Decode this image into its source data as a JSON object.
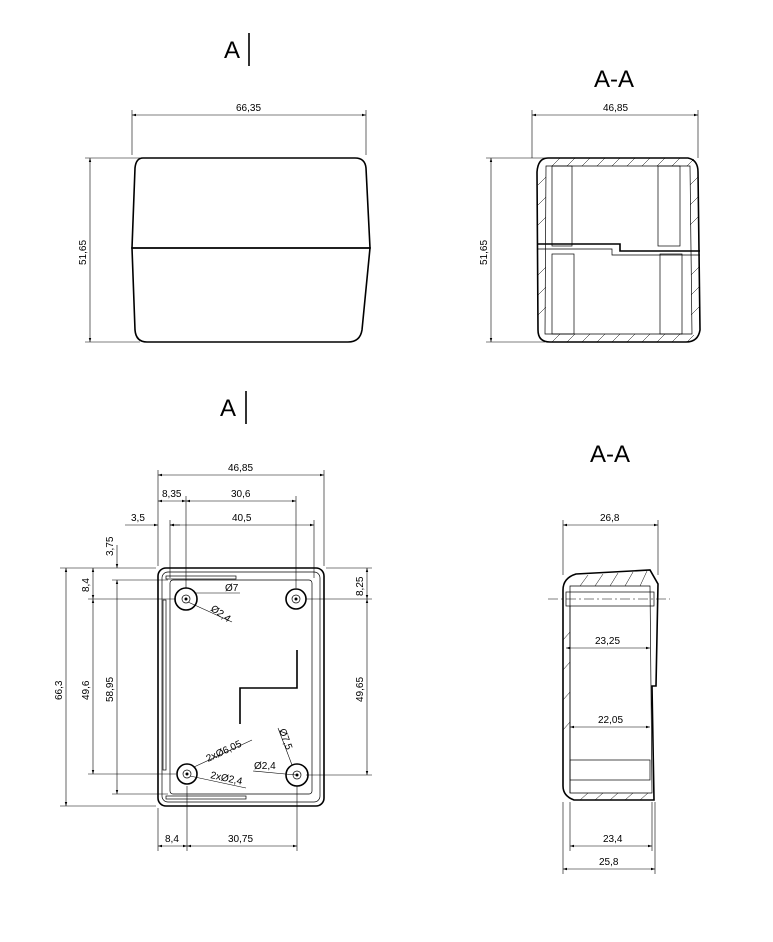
{
  "views": {
    "front": {
      "marker": "A",
      "width": "66,35",
      "height": "51,65"
    },
    "section_top": {
      "title": "A-A",
      "width": "46,85",
      "height": "51,65"
    },
    "bottom": {
      "marker": "A",
      "width_total": "46,85",
      "offset_left": "8,35",
      "boss_spacing_top": "30,6",
      "wall_offset": "3,5",
      "inner_width": "40,5",
      "top_offset": "3,75",
      "boss_top_offset": "8,4",
      "right_top_offset": "8,25",
      "total_height": "66,3",
      "boss_spacing_left": "49,6",
      "inner_height": "58,95",
      "boss_spacing_right": "49,65",
      "hole_d7": "Ø7",
      "hole_d24": "Ø2,4",
      "hole_2x605": "2xØ6,05",
      "hole_2x24": "2xØ2,4",
      "hole_d75": "Ø7,5",
      "hole_d24b": "Ø2,4",
      "bottom_left_offset": "8,4",
      "boss_spacing_bottom": "30,75"
    },
    "section_side": {
      "title": "A-A",
      "top_width": "26,8",
      "inner_upper": "23,25",
      "inner_lower": "22,05",
      "bottom_inner": "23,4",
      "bottom_total": "25,8"
    }
  }
}
